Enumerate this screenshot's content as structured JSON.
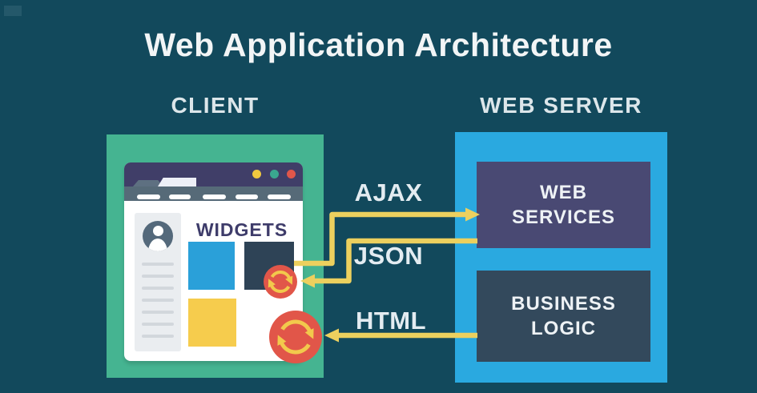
{
  "title": "Web Application Architecture",
  "client": {
    "label": "CLIENT",
    "browser": {
      "widgets_title": "WIDGETS",
      "dots": [
        {
          "name": "yellow-dot",
          "color": "#f0c83f"
        },
        {
          "name": "teal-dot",
          "color": "#3aa78f"
        },
        {
          "name": "red-dot",
          "color": "#e0564a"
        }
      ],
      "sidebar_line_count": 7,
      "widget_tiles": [
        {
          "name": "blue-tile",
          "color": "#2aa0d9"
        },
        {
          "name": "dark-tile",
          "color": "#2e4356"
        },
        {
          "name": "yellow-tile",
          "color": "#f6cc4d"
        }
      ]
    }
  },
  "server": {
    "label": "WEB SERVER",
    "services_box": {
      "line1": "WEB",
      "line2": "SERVICES",
      "color": "#494973"
    },
    "logic_box": {
      "line1": "BUSINESS",
      "line2": "LOGIC",
      "color": "#33495c"
    }
  },
  "arrows": {
    "ajax": {
      "label": "AJAX",
      "from": "client",
      "to": "web-services"
    },
    "json": {
      "label": "JSON",
      "from": "web-services",
      "to": "client"
    },
    "html": {
      "label": "HTML",
      "from": "business-logic",
      "to": "client"
    }
  },
  "icons": {
    "sync_small": "sync-refresh-icon",
    "sync_large": "sync-refresh-icon",
    "avatar": "user-avatar-icon"
  },
  "colors": {
    "background": "#12495c",
    "client_panel": "#45b491",
    "server_panel": "#2aa9e0",
    "arrow_yellow": "#ecd05e",
    "sync_red": "#e15649",
    "sync_arrow_yellow": "#f2c94c",
    "browser_header": "#403e68",
    "widgets_text": "#3e3c6a",
    "title_text": "#f2f5f6"
  }
}
